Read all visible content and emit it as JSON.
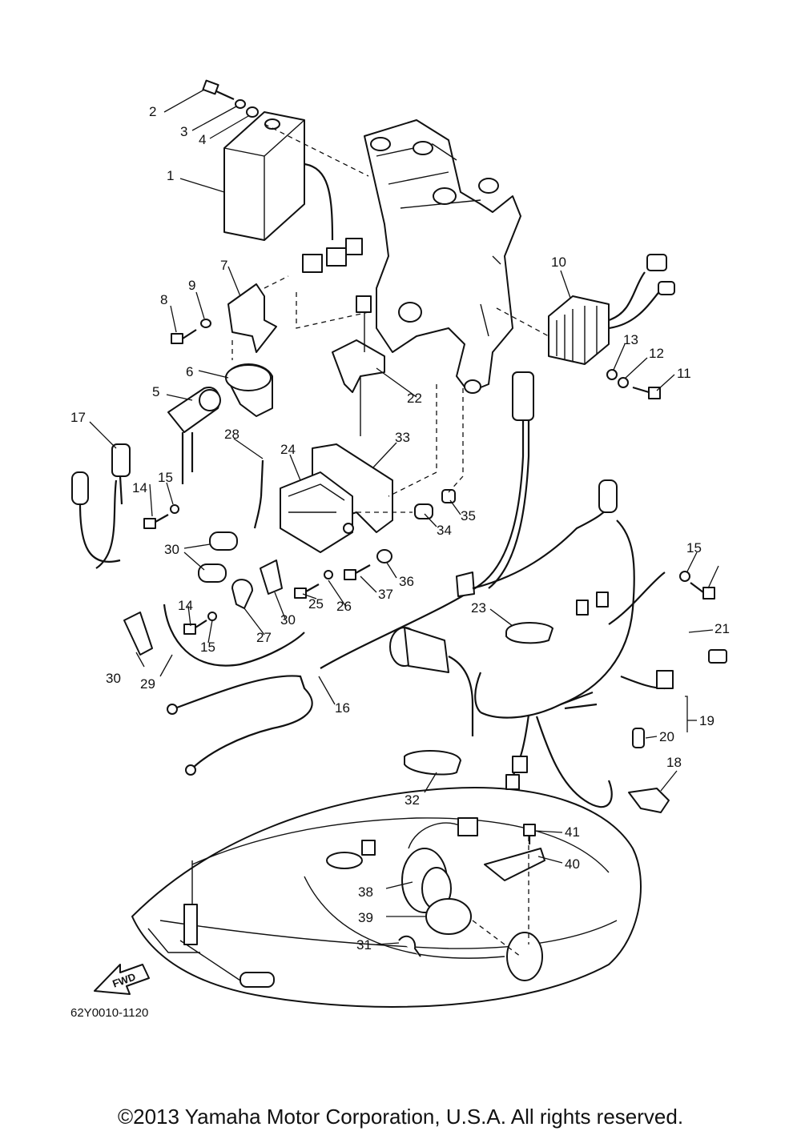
{
  "diagram": {
    "part_numbers": [
      "1",
      "2",
      "3",
      "4",
      "5",
      "6",
      "7",
      "8",
      "9",
      "10",
      "11",
      "12",
      "13",
      "14",
      "14",
      "15",
      "15",
      "15",
      "16",
      "17",
      "18",
      "19",
      "20",
      "21",
      "22",
      "23",
      "24",
      "25",
      "26",
      "27",
      "28",
      "29",
      "30",
      "30",
      "30",
      "31",
      "32",
      "33",
      "34",
      "35",
      "36",
      "37",
      "38",
      "39",
      "40",
      "41"
    ],
    "direction_label": "FWD",
    "diagram_code": "62Y0010-1120"
  },
  "footer": {
    "copyright": "©2013 Yamaha Motor Corporation, U.S.A. All rights reserved."
  }
}
